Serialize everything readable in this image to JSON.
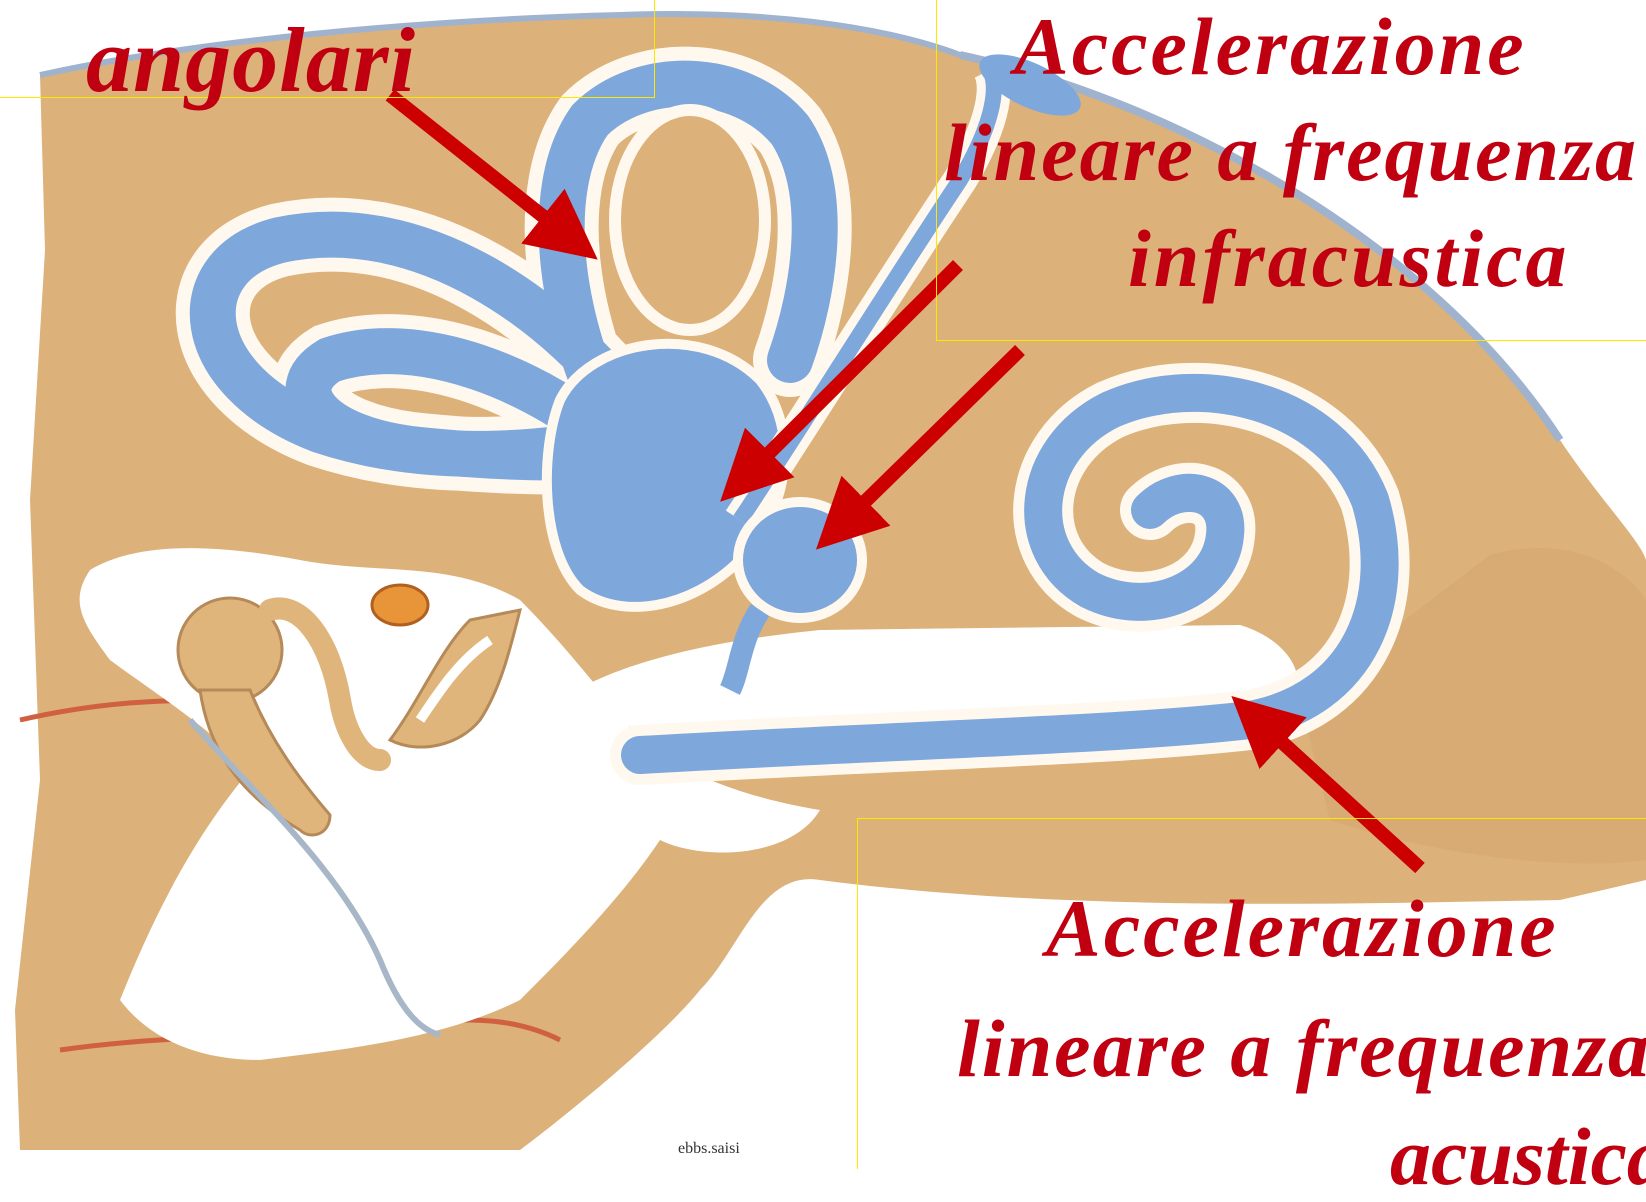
{
  "labels": {
    "angular": "angolari",
    "top_right_line1": "Accelerazione",
    "top_right_line2": "lineare a frequenza",
    "top_right_line3": "infracustica",
    "bottom_right_line1": "Accelerazione",
    "bottom_right_line2": "lineare a frequenza",
    "bottom_right_line3": "acustica"
  },
  "footer_note": "ebbs.saisi",
  "colors": {
    "label_text": "#c00010",
    "arrow": "#cc0000",
    "bone": "#dcb17a",
    "labyrinth": "#7ea7dc",
    "outline_box": "#ffe800"
  }
}
